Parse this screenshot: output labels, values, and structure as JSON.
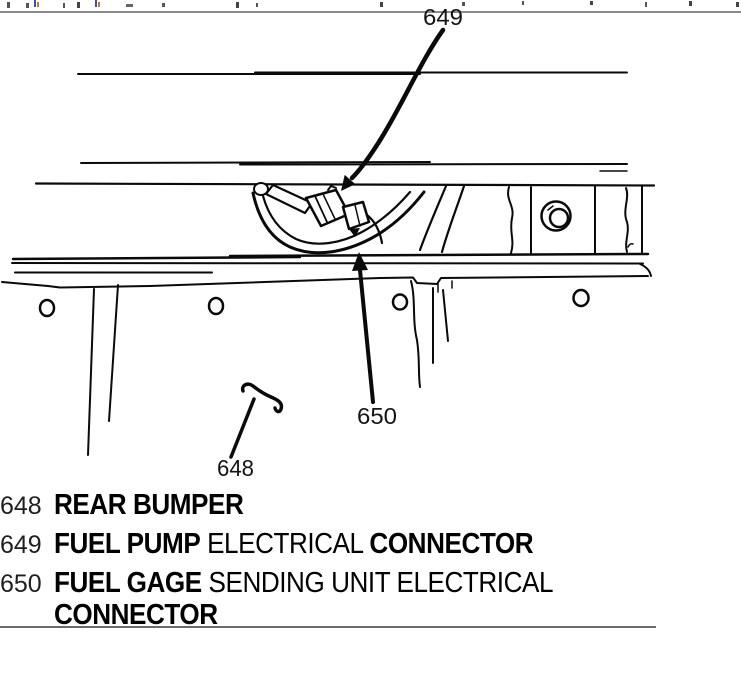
{
  "page": {
    "background": "#ffffff",
    "ink_color": "#0a0a0a",
    "top_rule_color": "#8a8a8a",
    "bottom_rule_color": "#3a3a3a"
  },
  "diagram": {
    "description_labels": [
      {
        "id": "649",
        "text": "649"
      },
      {
        "id": "650",
        "text": "650"
      },
      {
        "id": "648",
        "text": "648"
      }
    ]
  },
  "legend": {
    "rows": [
      {
        "number": "648",
        "part1": "REAR BUMPER",
        "part2": "",
        "part3": ""
      },
      {
        "number": "649",
        "part1": "FUEL PUMP",
        "part2": " ELECTRICAL ",
        "part3": "CONNECTOR"
      },
      {
        "number": "650",
        "part1": "FUEL GAGE",
        "part2": " SENDING UNIT ELECTRICAL",
        "part3": ""
      },
      {
        "number": "",
        "part1": "CONNECTOR",
        "part2": "",
        "part3": ""
      }
    ]
  }
}
